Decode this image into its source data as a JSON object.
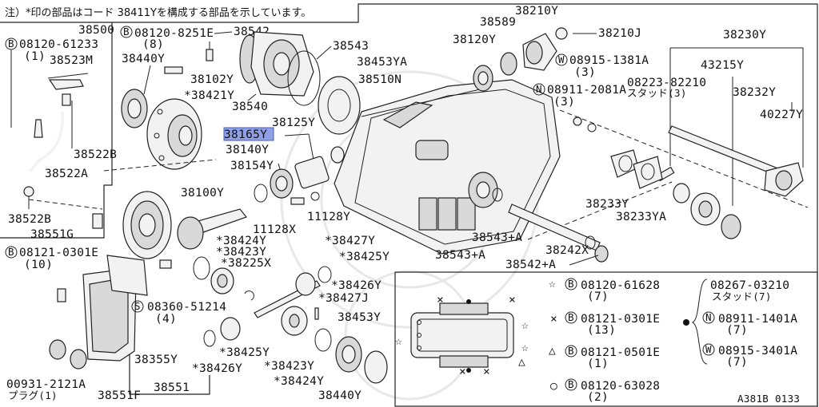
{
  "note": "注）*印の部品はコード 38411Yを構成する部品を示しています。",
  "drawing_id": "A381B 0133",
  "highlighted_part": "38165Y",
  "colors": {
    "highlight": "#8fa0e6",
    "line": "#222222"
  },
  "labels": {
    "p38500": "38500",
    "p08120_61233": "08120-61233",
    "p08120_61233_qty": "(1)",
    "p38523M": "38523M",
    "p38522B_a": "38522B",
    "p38522A": "38522A",
    "p38522B_b": "38522B",
    "p38551G": "38551G",
    "p08120_8251E": "08120-8251E",
    "p08120_8251E_qty": "(8)",
    "p38542_top": "38542",
    "p38440Y_top": "38440Y",
    "p38102Y": "38102Y",
    "p38421Y": "*38421Y",
    "p38540": "38540",
    "p38543": "38543",
    "p38453YA": "38453YA",
    "p38510N": "38510N",
    "p38125Y": "38125Y",
    "p38165Y": "38165Y",
    "p38140Y": "38140Y",
    "p38154Y": "38154Y",
    "p38100Y": "38100Y",
    "p11128X": "11128X",
    "p11128Y": "11128Y",
    "p38210Y": "38210Y",
    "p38589": "38589",
    "p38120Y": "38120Y",
    "p38210J": "38210J",
    "p08915_1381A": "08915-1381A",
    "p08915_1381A_qty": "(3)",
    "p08911_2081A": "08911-2081A",
    "p08911_2081A_qty": "(3)",
    "p38230Y": "38230Y",
    "p43215Y": "43215Y",
    "p08223_82210": "08223-82210",
    "p08223_82210_sub": "スタッド(3)",
    "p38232Y": "38232Y",
    "p40227Y": "40227Y",
    "p38233Y": "38233Y",
    "p38233YA": "38233YA",
    "p38543A_a": "38543+A",
    "p38242X": "38242X",
    "p38543A_b": "38543+A",
    "p38542A": "38542+A",
    "p08121_0301E": "08121-0301E",
    "p08121_0301E_qty": "(10)",
    "p38424Y_a": "*38424Y",
    "p38423Y_a": "*38423Y",
    "p38225X": "*38225X",
    "p38427Y": "*38427Y",
    "p38425Y_a": "*38425Y",
    "p38426Y_a": "*38426Y",
    "p38427J": "*38427J",
    "p08360_51214": "08360-51214",
    "p08360_51214_qty": "(4)",
    "p38355Y": "38355Y",
    "p38425Y_b": "*38425Y",
    "p38426Y_b": "*38426Y",
    "p38423Y_b": "*38423Y",
    "p38424Y_b": "*38424Y",
    "p38453Y": "38453Y",
    "p38440Y_bot": "38440Y",
    "p00931_2121A": "00931-2121A",
    "p00931_2121A_sub": "プラグ(1)",
    "p38551F": "38551F",
    "p38551": "38551"
  },
  "legend": {
    "star": {
      "part": "08120-61628",
      "qty": "(7)"
    },
    "cross": {
      "part": "08121-0301E",
      "qty": "(13)"
    },
    "triangle": {
      "part": "08121-0501E",
      "qty": "(1)"
    },
    "circle": {
      "part": "08120-63028",
      "qty": "(2)"
    },
    "dot_group": [
      {
        "part": "08267-03210",
        "sub": "スタッド(7)"
      },
      {
        "part": "08911-1401A",
        "qty": "(7)"
      },
      {
        "part": "08915-3401A",
        "qty": "(7)"
      }
    ]
  }
}
